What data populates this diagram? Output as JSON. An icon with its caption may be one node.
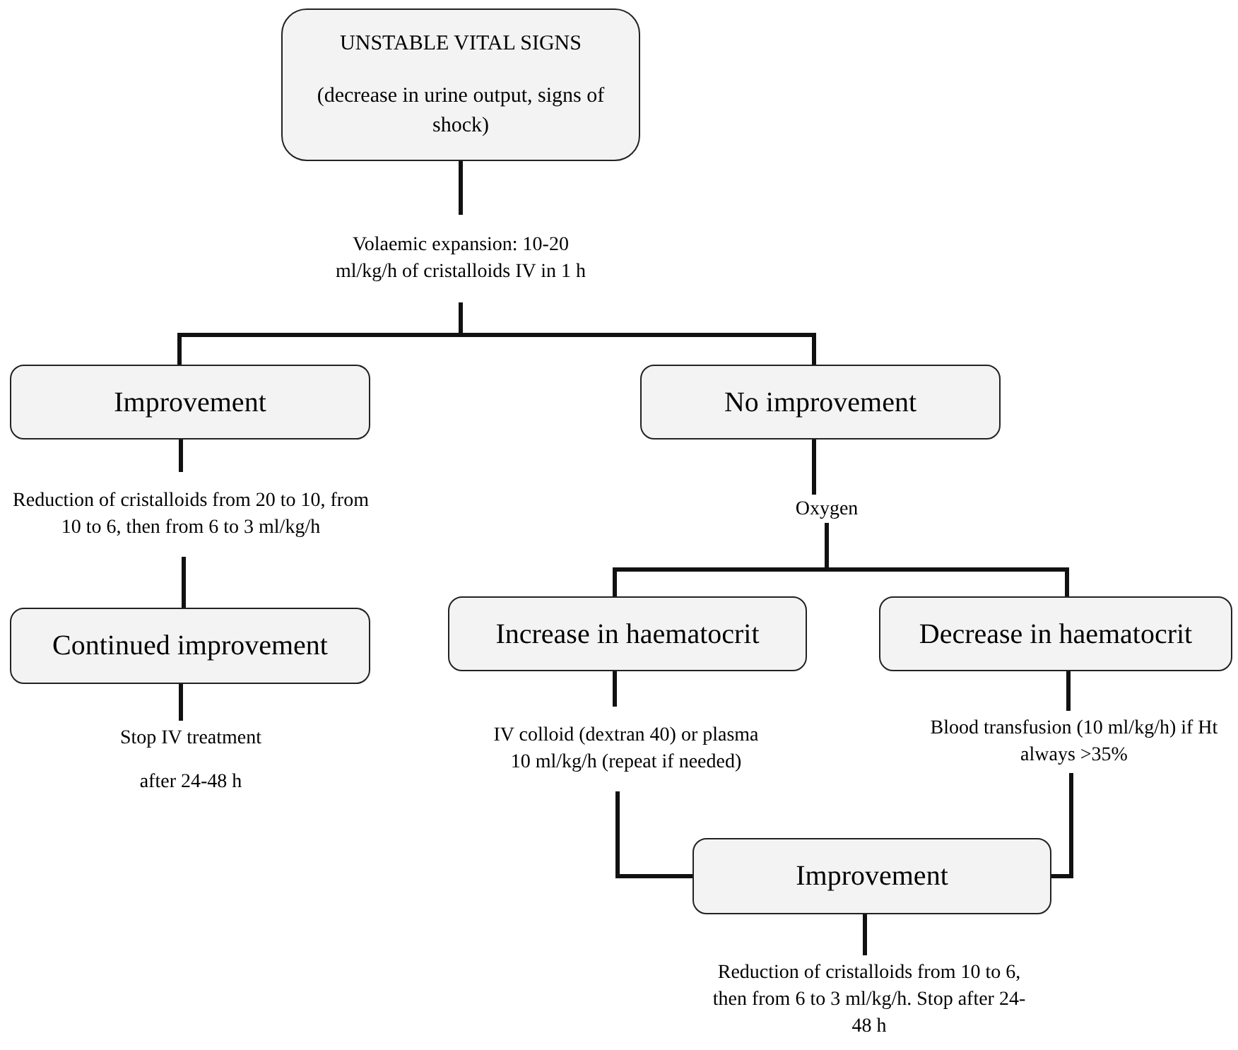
{
  "diagram": {
    "nodes": [
      {
        "text": [
          "UNSTABLE VITAL SIGNS",
          "(decrease in urine output, signs of shock)"
        ]
      },
      {
        "text": [
          "Volaemic expansion: 10-20 ml/kg/h of cristalloids IV in 1 h"
        ]
      },
      {
        "text": [
          "Improvement"
        ]
      },
      {
        "text": [
          "No improvement"
        ]
      },
      {
        "text": [
          "Reduction of cristalloids from 20 to 10, from 10 to 6, then from 6 to 3 ml/kg/h"
        ]
      },
      {
        "text": [
          "Continued improvement"
        ]
      },
      {
        "text": [
          "Stop IV treatment",
          "after 24-48 h"
        ]
      },
      {
        "text": [
          "Oxygen"
        ]
      },
      {
        "text": [
          "Increase in haematocrit"
        ]
      },
      {
        "text": [
          "Decrease in haematocrit"
        ]
      },
      {
        "text": [
          "IV colloid (dextran 40) or plasma 10 ml/kg/h (repeat if needed)"
        ]
      },
      {
        "text": [
          "Blood transfusion (10 ml/kg/h) if Ht always >35%"
        ]
      },
      {
        "text": [
          "Improvement"
        ]
      },
      {
        "text": [
          "Reduction of cristalloids from 10 to 6, then from 6 to 3 ml/kg/h. Stop after 24-48 h"
        ]
      }
    ],
    "edges": [
      {
        "from": 0,
        "to": 1,
        "arrow": "none"
      },
      {
        "from": 1,
        "to": 2,
        "arrow": "none"
      },
      {
        "from": 1,
        "to": 3,
        "arrow": "none"
      },
      {
        "from": 2,
        "to": 4,
        "arrow": "none"
      },
      {
        "from": 4,
        "to": 5,
        "arrow": "none"
      },
      {
        "from": 5,
        "to": 6,
        "arrow": "none"
      },
      {
        "from": 3,
        "to": 7,
        "arrow": "none"
      },
      {
        "from": 7,
        "to": 8,
        "arrow": "none"
      },
      {
        "from": 7,
        "to": 9,
        "arrow": "none"
      },
      {
        "from": 8,
        "to": 10,
        "arrow": "none"
      },
      {
        "from": 9,
        "to": 11,
        "arrow": "none"
      },
      {
        "from": 10,
        "to": 12,
        "arrow": "none"
      },
      {
        "from": 11,
        "to": 12,
        "arrow": "none"
      },
      {
        "from": 12,
        "to": 13,
        "arrow": "none"
      }
    ]
  }
}
